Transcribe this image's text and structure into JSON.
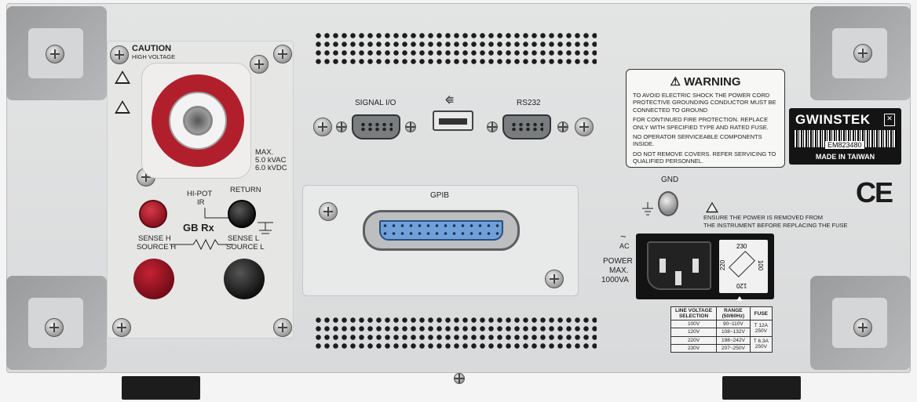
{
  "hv_panel": {
    "caution": "CAUTION",
    "high_voltage": "HIGH VOLTAGE",
    "max_label": "MAX.",
    "kvac": "5.0 kVAC",
    "kvdc": "6.0 kVDC",
    "hipot": "HI-POT",
    "ir": "IR",
    "return": "RETURN",
    "gb_rx": "GB Rx",
    "sense_h": "SENSE H",
    "source_h": "SOURCE H",
    "sense_l": "SENSE L",
    "source_l": "SOURCE L"
  },
  "ports": {
    "signal_io": "SIGNAL I/O",
    "usb_symbol": "⭅",
    "rs232": "RS232",
    "gpib": "GPIB",
    "gnd": "GND"
  },
  "warning": {
    "title": "WARNING",
    "p1": "TO AVOID ELECTRIC SHOCK THE POWER CORD PROTECTIVE GROUNDING CONDUCTOR MUST BE CONNECTED TO GROUND",
    "p2": "FOR CONTINUED FIRE PROTECTION. REPLACE ONLY WITH SPECIFIED TYPE AND RATED FUSE.",
    "p3": "NO OPERATOR SERVICEABLE COMPONENTS INSIDE.",
    "p4": "DO NOT REMOVE COVERS. REFER SERVICING TO QUALIFIED PERSONNEL."
  },
  "brand": {
    "logo": "GWINSTEK",
    "serial": "EM823480",
    "made_in": "MADE IN TAIWAN",
    "ce": "CE"
  },
  "power": {
    "fuse_notice_1": "ENSURE THE POWER IS REMOVED FROM",
    "fuse_notice_2": "THE INSTRUMENT BEFORE REPLACING THE FUSE",
    "ac_symbol": "~",
    "ac": "AC",
    "power_label": "POWER",
    "max_label": "MAX.",
    "va": "1000VA",
    "selector": {
      "top": "230",
      "left": "220",
      "right": "100",
      "bottom": "120"
    }
  },
  "fuse_table": {
    "headers": [
      "LINE VOLTAGE SELECTION",
      "RANGE (50/60Hz)",
      "FUSE"
    ],
    "rows": [
      [
        "100V",
        "90~110V",
        "T 12A 250V"
      ],
      [
        "120V",
        "108~132V",
        ""
      ],
      [
        "220V",
        "198~242V",
        "T 6.3A 250V"
      ],
      [
        "230V",
        "207~250V",
        ""
      ]
    ]
  },
  "colors": {
    "panel": "#e0e1e2",
    "hv_red": "#b21f2c",
    "gpib_blue": "#6fa0d9",
    "brand_black": "#141414"
  }
}
